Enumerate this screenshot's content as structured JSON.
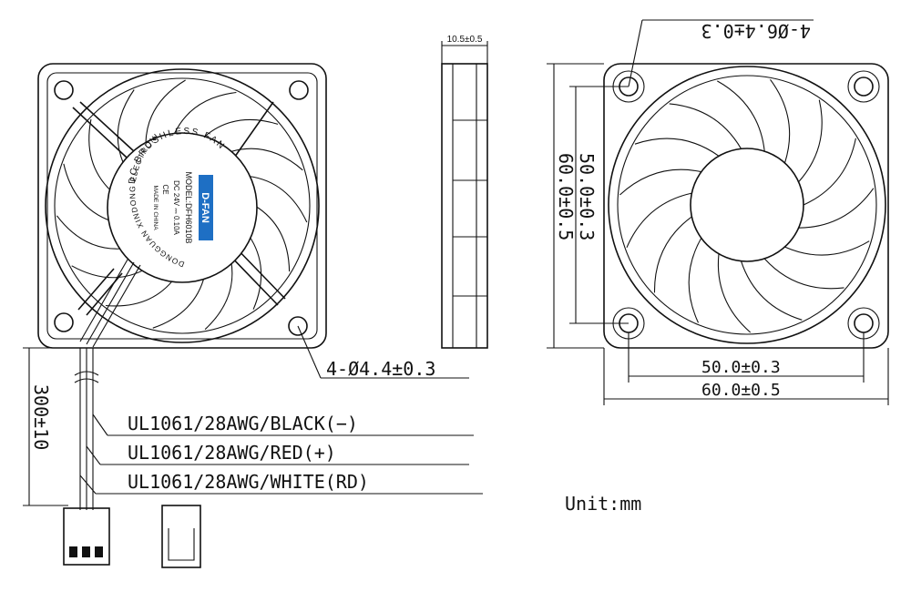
{
  "dimensions": {
    "front_mount_holes": "4-Ø4.4±0.3",
    "thickness": "10.5±0.5",
    "rear_mount_holes": "4-Ø6.4±0.3",
    "rear_hole_pitch_vertical": "50.0±0.3",
    "rear_overall_vertical": "60.0±0.5",
    "rear_hole_pitch_horizontal": "50.0±0.3",
    "rear_overall_horizontal": "60.0±0.5",
    "lead_length": "300±10"
  },
  "wires": [
    "UL1061/28AWG/BLACK(−)",
    "UL1061/28AWG/RED(+)",
    "UL1061/28AWG/WHITE(RD)"
  ],
  "label": {
    "top_arc": "DC BRUSHLESS FAN",
    "left_arc": "DONGGUAN XINDONG ELECTRONICS CO., LTD",
    "brand": "D-FAN",
    "model": "MODEL:DFH6010B",
    "rating": "DC 24V ⎓ 0.10A",
    "ce": "CE",
    "origin": "MADE IN CHINA"
  },
  "unit": "Unit:mm"
}
